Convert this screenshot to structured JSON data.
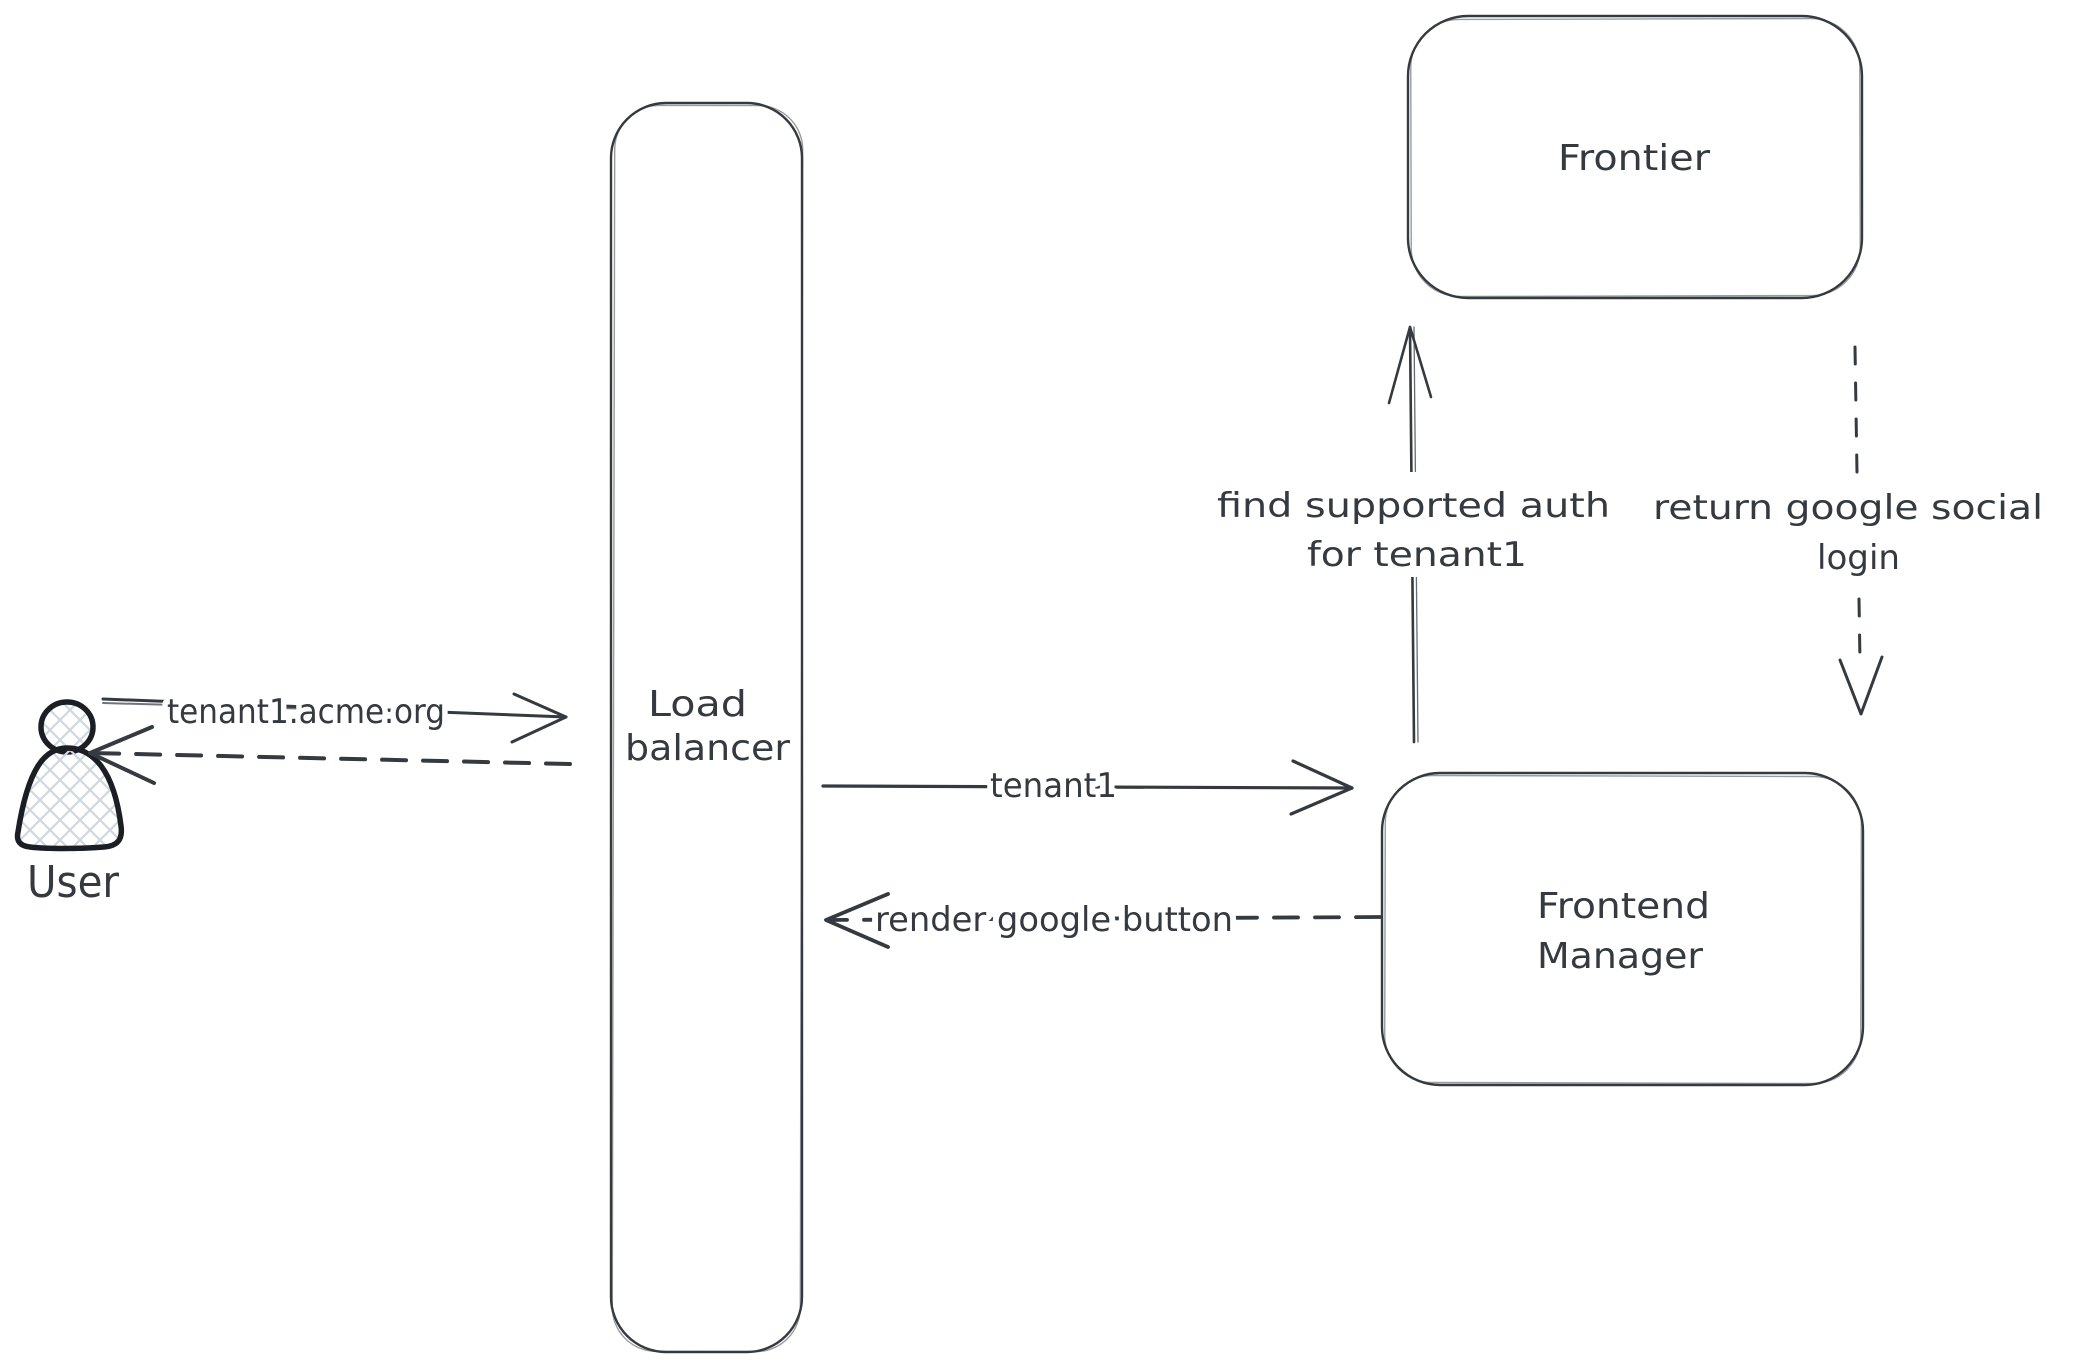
{
  "diagram": {
    "nodes": {
      "user": {
        "label": "User"
      },
      "load_balancer": {
        "label_line1": "Load",
        "label_line2": "balancer"
      },
      "frontier": {
        "label": "Frontier"
      },
      "frontend_manager": {
        "label_line1": "Frontend",
        "label_line2": "Manager"
      }
    },
    "arrows": {
      "user_to_load_balancer": {
        "label": "tenant1.acme.org",
        "line_style": "solid"
      },
      "load_balancer_to_user": {
        "label": "",
        "line_style": "dashed"
      },
      "load_balancer_to_frontend_manager": {
        "label": "tenant1",
        "line_style": "solid"
      },
      "frontend_manager_to_load_balancer": {
        "label": "render google button",
        "line_style": "dashed"
      },
      "frontend_manager_to_frontier": {
        "label_line1": "find supported auth",
        "label_line2": "for tenant1",
        "line_style": "solid"
      },
      "frontier_to_frontend_manager": {
        "label_line1": "return google social",
        "label_line2": "login",
        "line_style": "dashed"
      }
    },
    "colors": {
      "stroke": "#343a40",
      "user_stroke": "#1b1f24",
      "hatch_fill": "#cfd8de",
      "background": "#ffffff"
    }
  }
}
